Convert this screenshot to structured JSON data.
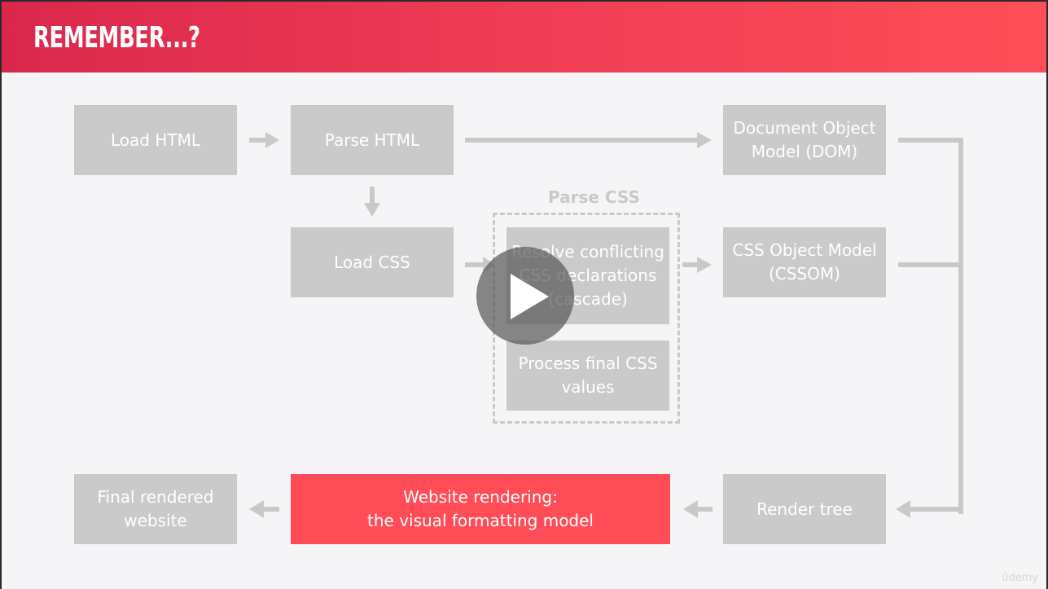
{
  "slide": {
    "title": "REMEMBER...?",
    "parse_css_label": "Parse CSS",
    "brand": "ûdemy"
  },
  "flow": {
    "load_html": "Load HTML",
    "parse_html": "Parse HTML",
    "dom": "Document Object\nModel (DOM)",
    "load_css": "Load CSS",
    "resolve": "Resolve conflicting\nCSS declarations\n(cascade)",
    "process": "Process final CSS\nvalues",
    "cssom": "CSS Object Model\n(CSSOM)",
    "final": "Final rendered\nwebsite",
    "rendering": "Website rendering:\nthe visual formatting model",
    "render_tree": "Render tree"
  },
  "colors": {
    "accent": "#ff4c57",
    "box": "#cacacb",
    "header_start": "#d9284c",
    "header_end": "#ff4e57"
  },
  "player": {
    "play_icon": "play-icon"
  }
}
